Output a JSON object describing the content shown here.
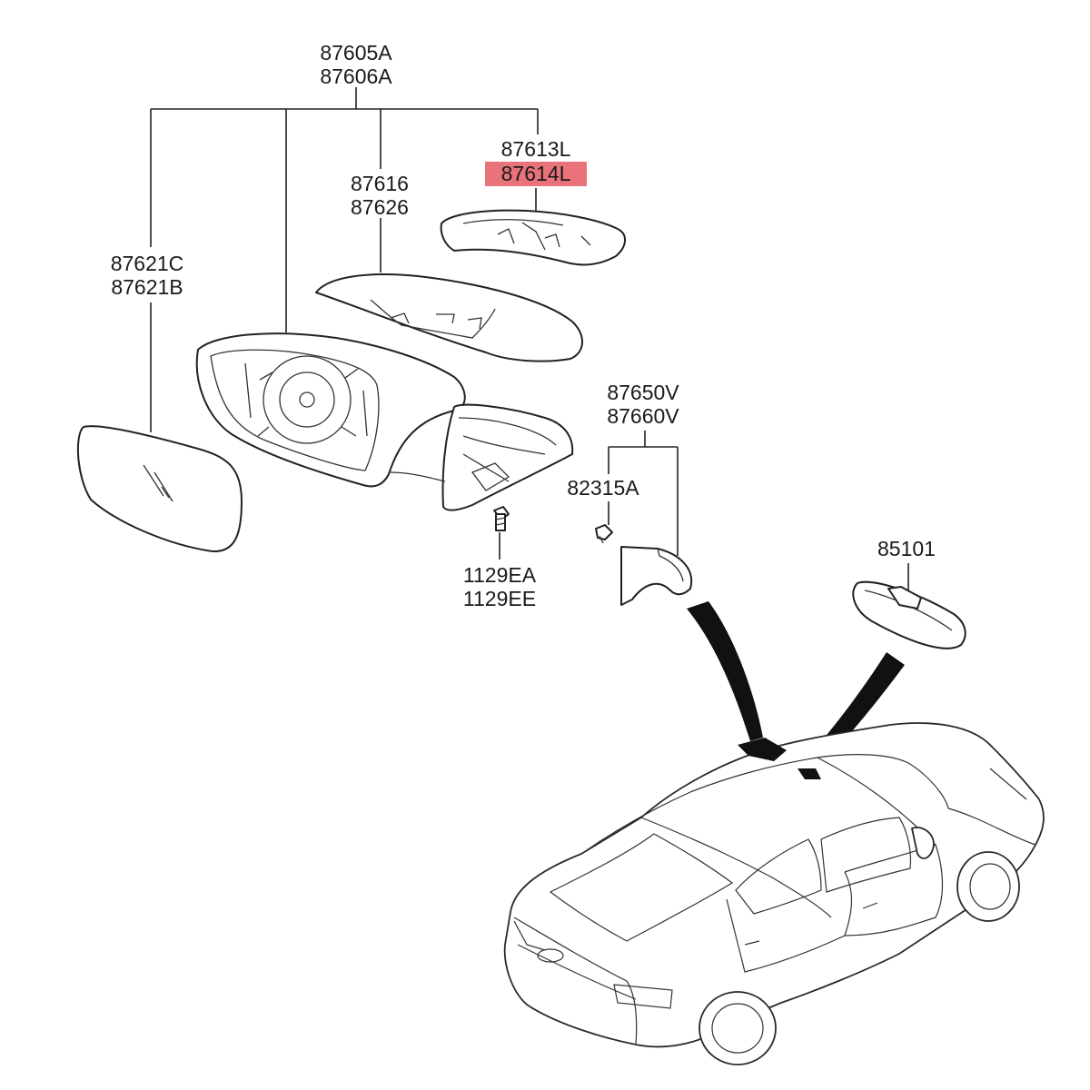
{
  "labels": {
    "mirror_assy_l": "87605A",
    "mirror_assy_r": "87606A",
    "cover_l": "87613L",
    "cover_highlighted": "87614L",
    "highlight_color": "#e8737b",
    "scalp_a": "87616",
    "scalp_b": "87626",
    "glass_c": "87621C",
    "glass_b": "87621B",
    "garnish_a": "87650V",
    "garnish_b": "87660V",
    "clip": "82315A",
    "screw_a": "1129EA",
    "screw_b": "1129EE",
    "inside_mirror": "85101"
  }
}
